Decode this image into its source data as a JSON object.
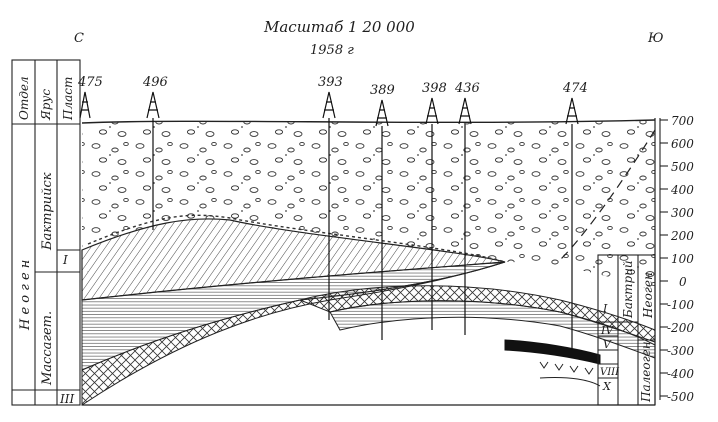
{
  "header": {
    "scale": "Масштаб 1 20 000",
    "year": "1958 г"
  },
  "directions": {
    "north": "С",
    "south": "Ю"
  },
  "left_columns": {
    "h1": "Отдел",
    "h2": "Ярус",
    "h3": "Пласт",
    "otdel": "Н е о г е н",
    "yarus_top": "Бактрийск",
    "yarus_bottom": "Массагет.",
    "plast_top": "I",
    "plast_bottom": "III"
  },
  "wells": [
    "475",
    "496",
    "393",
    "389",
    "398",
    "436",
    "474"
  ],
  "depth_ticks": [
    "700",
    "600",
    "500",
    "400",
    "300",
    "200",
    "100",
    "0",
    "-100",
    "-200",
    "-300",
    "-400",
    "-500"
  ],
  "right_legend": {
    "bactria": "Бактрий",
    "neogen": "Неоген",
    "paleogen": "Палеоген",
    "layers": [
      "I",
      "IV",
      "V",
      "VIII",
      "X"
    ]
  }
}
